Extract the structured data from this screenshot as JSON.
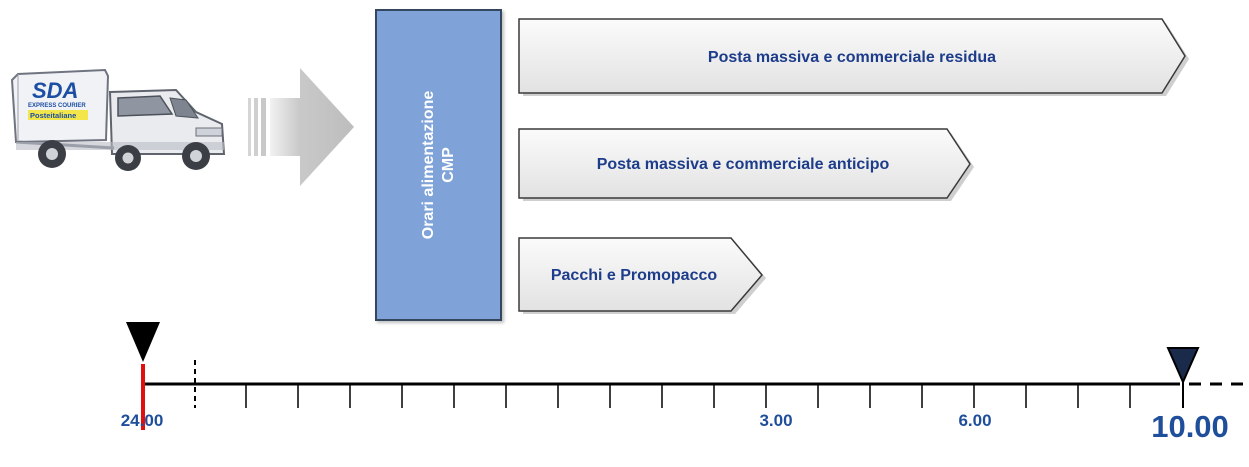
{
  "truck": {
    "logo_text": "SDA",
    "logo_subtext": "EXPRESS COURIER",
    "brand_text": "Posteitaliane"
  },
  "cmp_box": {
    "line1": "Orari alimentazione",
    "line2": "CMP"
  },
  "bars": [
    {
      "label": "Posta massiva e commerciale residua"
    },
    {
      "label": "Posta massiva e commerciale anticipo"
    },
    {
      "label": "Pacchi e Promopacco"
    }
  ],
  "timeline": {
    "start_label": "24.00",
    "label_3": "3.00",
    "label_6": "6.00",
    "end_label": "10.00"
  },
  "colors": {
    "cmp_fill": "#7fa3d9",
    "label_blue": "#1f4e9b",
    "start_marker": "#e01010"
  }
}
